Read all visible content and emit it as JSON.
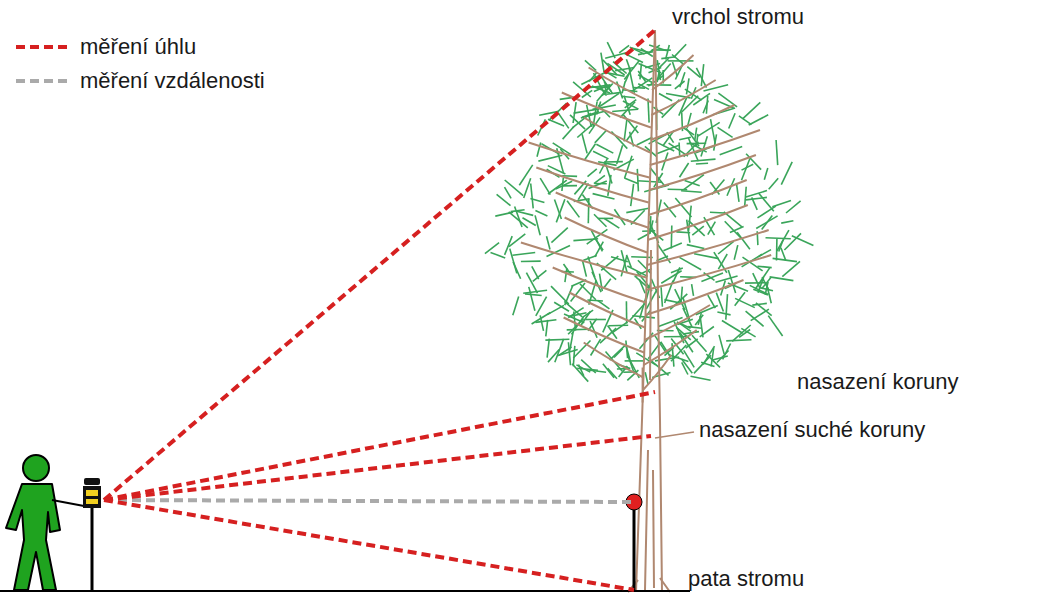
{
  "diagram": {
    "labels": [
      "vrchol stromu",
      "nasazení koruny",
      "nasazení suché koruny",
      "pata stromu"
    ],
    "legend": [
      {
        "text": "měření úhlu"
      },
      {
        "text": "měření vzdálenosti"
      }
    ]
  }
}
